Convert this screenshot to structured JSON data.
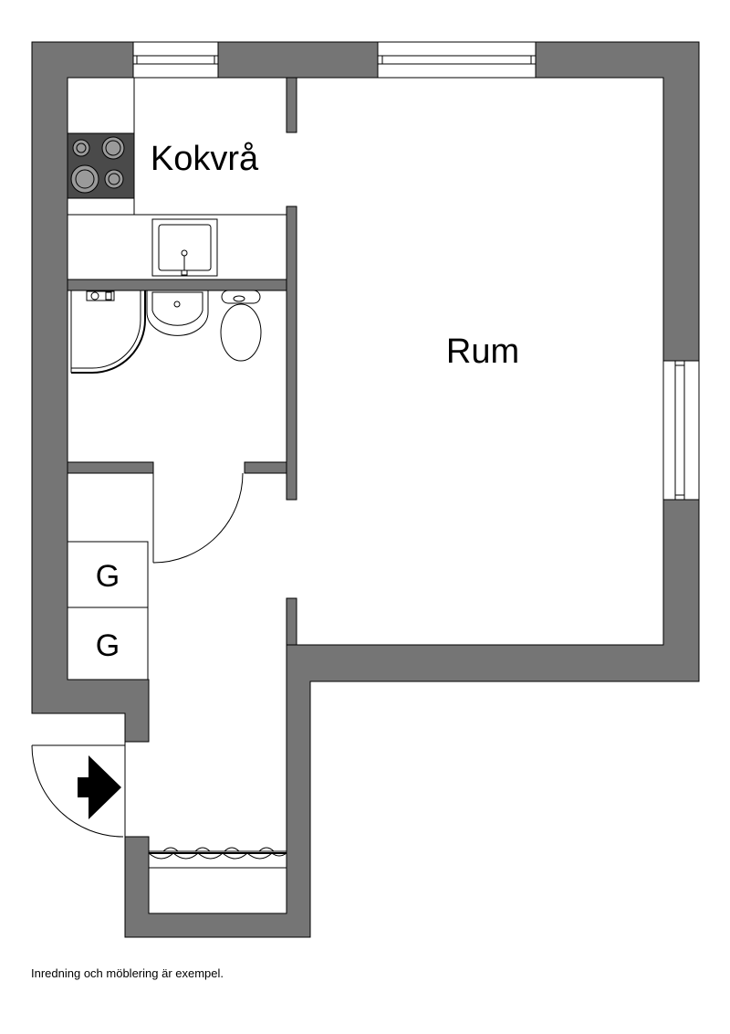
{
  "plan": {
    "colors": {
      "wall": "#757575",
      "line": "#000000",
      "fixture": "#ffffff",
      "stove": "#4a4a4a"
    },
    "rooms": [
      {
        "id": "kitchen",
        "label": "Kokvrå"
      },
      {
        "id": "main",
        "label": "Rum"
      }
    ],
    "wardrobes": [
      {
        "label": "G"
      },
      {
        "label": "G"
      }
    ],
    "entrance_icon": "entrance-arrow-icon",
    "fixtures": [
      "stove",
      "kitchen-sink",
      "shower",
      "washbasin",
      "toilet",
      "shoe-rack"
    ]
  },
  "caption": "Inredning och möblering är exempel."
}
